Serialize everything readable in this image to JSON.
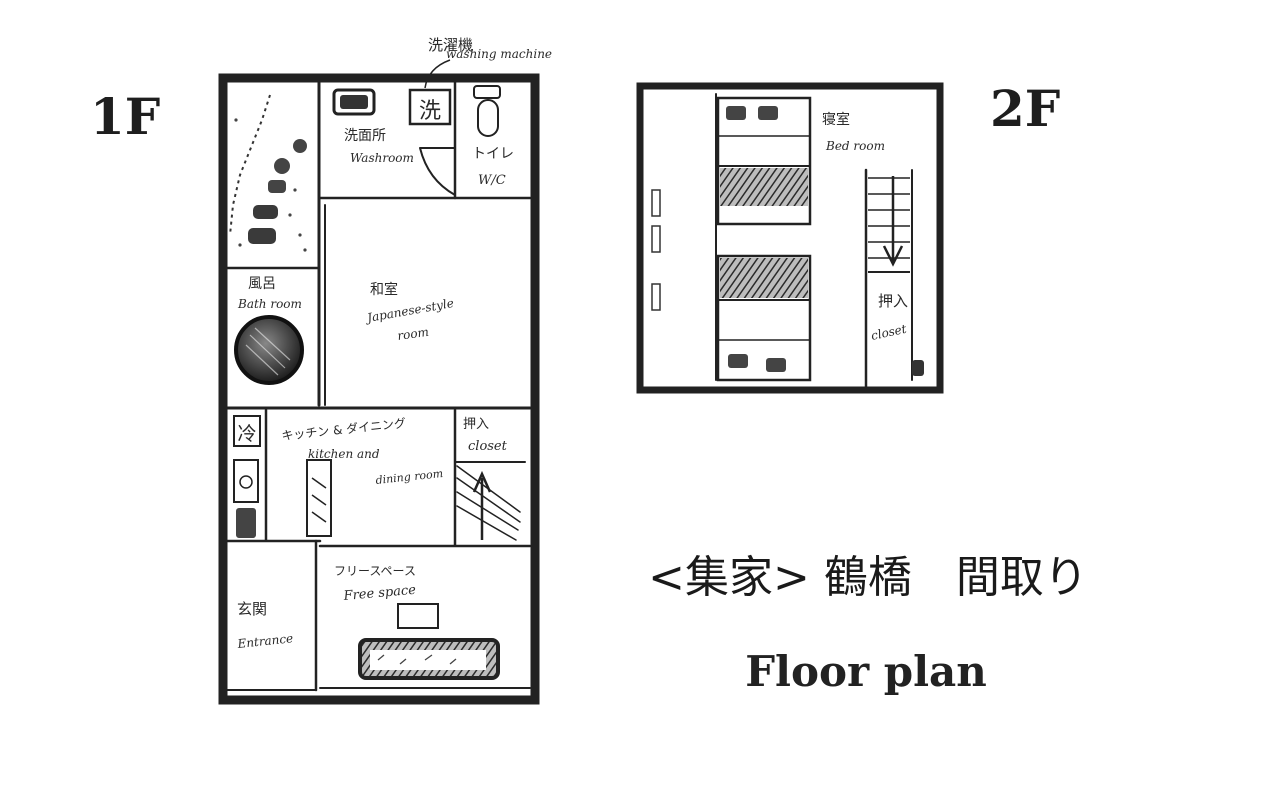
{
  "floors": {
    "first": {
      "label": "1F",
      "rooms": {
        "washing_machine": {
          "jp": "洗濯機",
          "en": "washing machine"
        },
        "washing_machine_symbol": "洗",
        "washroom": {
          "jp": "洗面所",
          "en": "Washroom"
        },
        "toilet": {
          "jp": "トイレ",
          "en": "W/C"
        },
        "bathroom": {
          "jp": "風呂",
          "en": "Bath room"
        },
        "japanese_room": {
          "jp": "和室",
          "en_line1": "Japanese-style",
          "en_line2": "room"
        },
        "fridge_symbol": "冷",
        "kitchen": {
          "jp": "キッチン & ダイニング",
          "en_line1": "kitchen and",
          "en_line2": "dining room"
        },
        "closet": {
          "jp": "押入",
          "en": "closet"
        },
        "free_space": {
          "jp": "フリースペース",
          "en": "Free space"
        },
        "entrance": {
          "jp": "玄関",
          "en": "Entrance"
        }
      }
    },
    "second": {
      "label": "2F",
      "rooms": {
        "bedroom": {
          "jp": "寝室",
          "en": "Bed room"
        },
        "closet": {
          "jp": "押入",
          "en": "closet"
        }
      }
    }
  },
  "title": {
    "jp": "<集家> 鶴橋　間取り",
    "en": "Floor plan"
  }
}
